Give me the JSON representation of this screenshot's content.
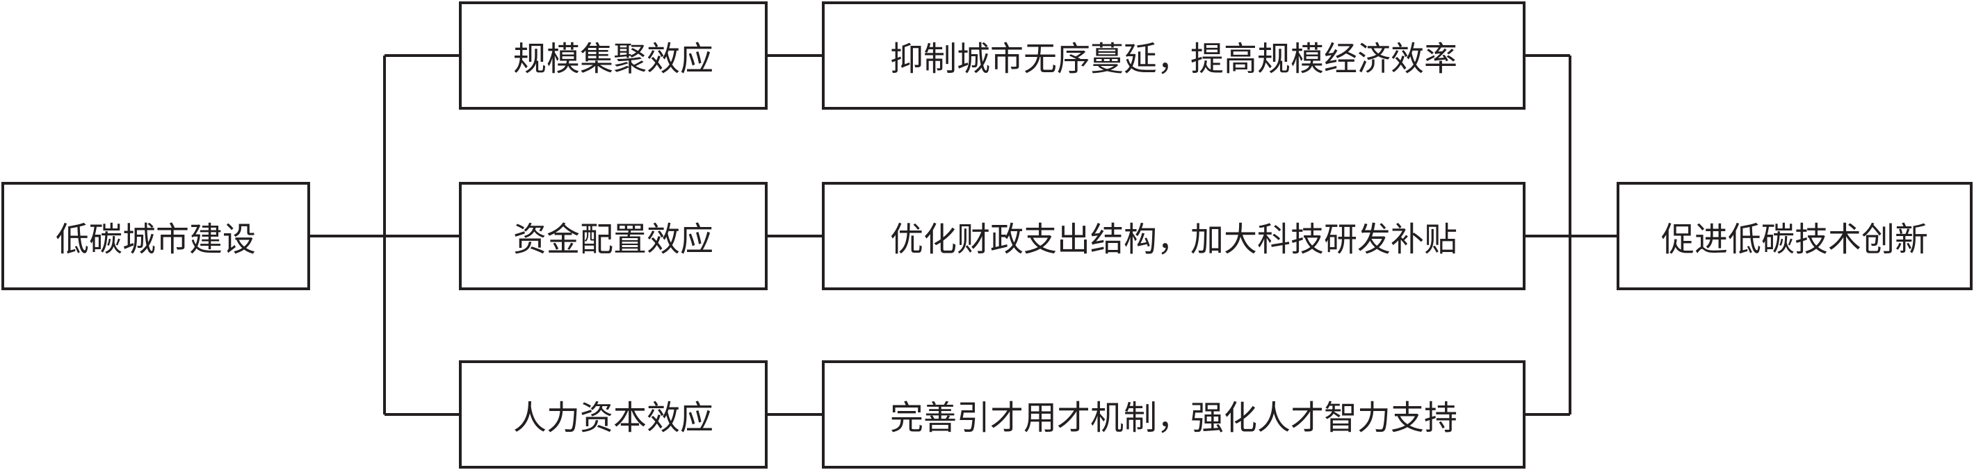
{
  "diagram": {
    "source": "低碳城市建设",
    "effects": [
      {
        "label": "规模集聚效应",
        "mechanism": "抑制城市无序蔓延，提高规模经济效率"
      },
      {
        "label": "资金配置效应",
        "mechanism": "优化财政支出结构，加大科技研发补贴"
      },
      {
        "label": "人力资本效应",
        "mechanism": "完善引才用才机制，强化人才智力支持"
      }
    ],
    "target": "促进低碳技术创新",
    "colors": {
      "line": "#231f20",
      "background": "#ffffff"
    }
  }
}
